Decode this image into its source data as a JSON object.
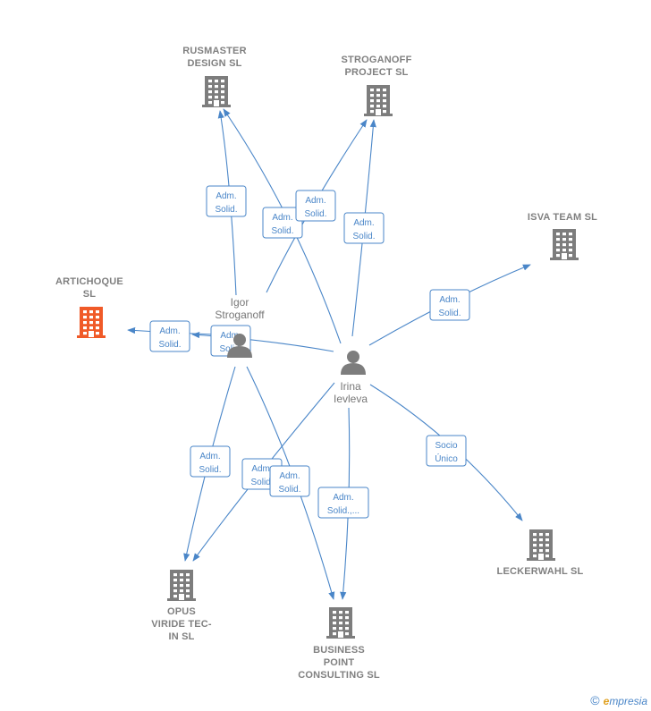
{
  "colors": {
    "edge": "#4a86c8",
    "building": "#7d7d7d",
    "building_highlight": "#f05a28",
    "person": "#7d7d7d"
  },
  "companies": [
    {
      "id": "rusmaster",
      "lines": [
        "RUSMASTER",
        "DESIGN SL"
      ],
      "highlight": false
    },
    {
      "id": "stroganoff",
      "lines": [
        "STROGANOFF",
        "PROJECT  SL"
      ],
      "highlight": false
    },
    {
      "id": "isva",
      "lines": [
        "ISVA TEAM  SL"
      ],
      "highlight": false
    },
    {
      "id": "artichoque",
      "lines": [
        "ARTICHOQUE",
        "SL"
      ],
      "highlight": true
    },
    {
      "id": "opus",
      "lines": [
        "OPUS",
        "VIRIDE TEC-",
        "IN  SL"
      ],
      "highlight": false
    },
    {
      "id": "business",
      "lines": [
        "BUSINESS",
        "POINT",
        "CONSULTING SL"
      ],
      "highlight": false
    },
    {
      "id": "leckerwahl",
      "lines": [
        "LECKERWAHL SL"
      ],
      "highlight": false
    }
  ],
  "people": [
    {
      "id": "igor",
      "lines": [
        "Igor",
        "Stroganoff"
      ]
    },
    {
      "id": "irina",
      "lines": [
        "Irina",
        "Ievleva"
      ]
    }
  ],
  "edges": [
    {
      "from": "igor",
      "to": "rusmaster",
      "label": [
        "Adm.",
        "Solid."
      ]
    },
    {
      "from": "irina",
      "to": "rusmaster",
      "label": [
        "Adm.",
        "Solid."
      ]
    },
    {
      "from": "igor",
      "to": "stroganoff",
      "label": [
        "Adm.",
        "Solid."
      ]
    },
    {
      "from": "irina",
      "to": "stroganoff",
      "label": [
        "Adm.",
        "Solid."
      ]
    },
    {
      "from": "irina",
      "to": "isva",
      "label": [
        "Adm.",
        "Solid."
      ]
    },
    {
      "from": "igor",
      "to": "artichoque",
      "label": [
        "Adm.",
        "Solid."
      ]
    },
    {
      "from": "irina",
      "to": "artichoque",
      "label": [
        "Adm.",
        "Solid."
      ]
    },
    {
      "from": "igor",
      "to": "opus",
      "label": [
        "Adm.",
        "Solid."
      ]
    },
    {
      "from": "irina",
      "to": "opus",
      "label": [
        "Adm.",
        "Solid."
      ]
    },
    {
      "from": "igor",
      "to": "business",
      "label": [
        "Adm.",
        "Solid."
      ]
    },
    {
      "from": "irina",
      "to": "business",
      "label": [
        "Adm.",
        "Solid.,..."
      ]
    },
    {
      "from": "irina",
      "to": "leckerwahl",
      "label": [
        "Socio",
        "Único"
      ]
    }
  ],
  "footer": {
    "copyright": "©",
    "brand_first": "e",
    "brand_rest": "mpresia"
  }
}
